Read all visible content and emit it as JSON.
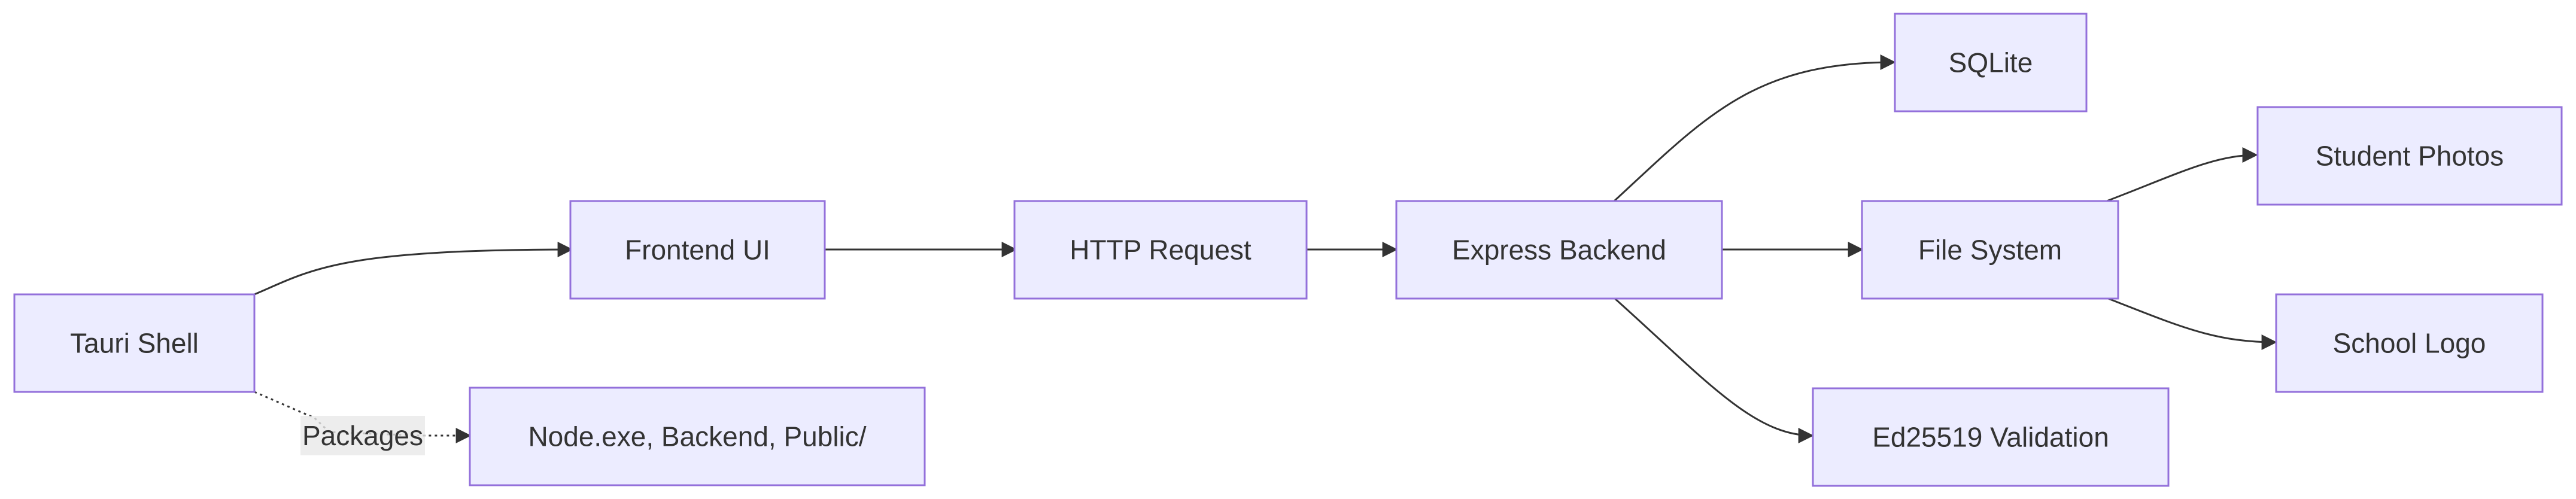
{
  "diagram": {
    "nodes": {
      "tauri_shell": "Tauri Shell",
      "frontend_ui": "Frontend UI",
      "http_request": "HTTP Request",
      "express_backend": "Express Backend",
      "sqlite": "SQLite",
      "file_system": "File System",
      "ed25519": "Ed25519 Validation",
      "student_photos": "Student Photos",
      "school_logo": "School Logo",
      "packages_target": "Node.exe, Backend, Public/"
    },
    "edge_labels": {
      "packages": "Packages"
    },
    "colors": {
      "node_fill": "#ECECFF",
      "node_stroke": "#9370DB",
      "edge": "#333333",
      "text": "#333333",
      "label_bg": "#E8E8E8"
    }
  }
}
